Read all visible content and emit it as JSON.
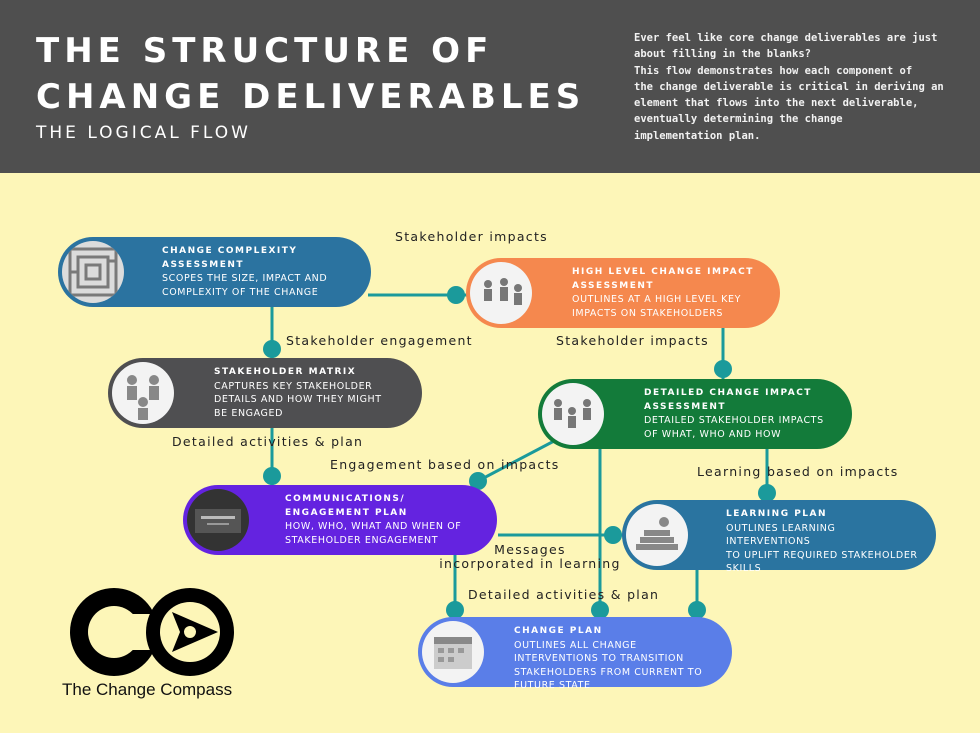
{
  "header": {
    "title": "THE STRUCTURE OF\nCHANGE DELIVERABLES",
    "subtitle": "THE LOGICAL FLOW",
    "intro": "Ever feel like core change deliverables are just\nabout filling in the blanks?\nThis flow demonstrates how each component of\nthe change deliverable is critical in deriving an\nelement that flows into the next deliverable,\neventually determining the change\nimplementation plan."
  },
  "colors": {
    "background": "#fdf6b8",
    "header": "#4f4f4f",
    "connector": "#1b9a9b",
    "complexity": "#2b73a0",
    "impact_high": "#f5884e",
    "stakeholder_matrix": "#4f4f51",
    "impact_detailed": "#137b3a",
    "communications": "#6423e0",
    "learning": "#2a74a0",
    "change_plan": "#5a7ee8"
  },
  "nodes": {
    "complexity": {
      "title": "CHANGE COMPLEXITY\nASSESSMENT",
      "desc": "SCOPES THE SIZE, IMPACT AND\nCOMPLEXITY OF THE CHANGE",
      "icon": "maze-icon"
    },
    "high_impact": {
      "title": "HIGH LEVEL CHANGE IMPACT\nASSESSMENT",
      "desc": "OUTLINES AT A HIGH LEVEL KEY\nIMPACTS ON STAKEHOLDERS",
      "icon": "people-icon"
    },
    "matrix": {
      "title": "STAKEHOLDER MATRIX",
      "desc": "CAPTURES KEY STAKEHOLDER\nDETAILS AND HOW THEY MIGHT\nBE ENGAGED",
      "icon": "people-icon"
    },
    "detailed_impact": {
      "title": "DETAILED CHANGE IMPACT\nASSESSMENT",
      "desc": "DETAILED STAKEHOLDER IMPACTS\nOF WHAT, WHO AND HOW",
      "icon": "people-icon"
    },
    "comms": {
      "title": "COMMUNICATIONS/\nENGAGEMENT PLAN",
      "desc": "HOW, WHO, WHAT AND WHEN OF\nSTAKEHOLDER ENGAGEMENT",
      "icon": "screen-icon"
    },
    "learning": {
      "title": "LEARNING PLAN",
      "desc": "OUTLINES LEARNING INTERVENTIONS\nTO UPLIFT REQUIRED STAKEHOLDER\nSKILLS",
      "icon": "books-icon"
    },
    "plan": {
      "title": "CHANGE PLAN",
      "desc": "OUTLINES ALL CHANGE\nINTERVENTIONS TO TRANSITION\nSTAKEHOLDERS FROM CURRENT TO\nFUTURE STATE",
      "icon": "calendar-icon"
    }
  },
  "edges": {
    "e1": "Stakeholder impacts",
    "e2": "Stakeholder engagement",
    "e3": "Stakeholder impacts",
    "e4": "Detailed activities & plan",
    "e5": "Engagement based on impacts",
    "e6": "Learning based on impacts",
    "e7": "Messages\nincorporated in learning",
    "e8": "Detailed activities & plan"
  },
  "logo": {
    "text": "The Change Compass"
  }
}
